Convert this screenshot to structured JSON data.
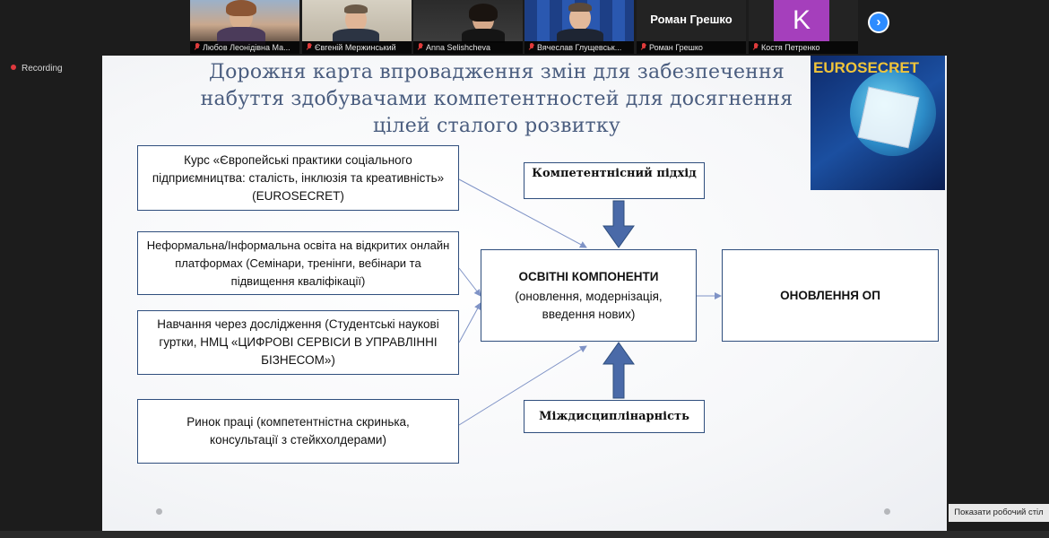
{
  "participants": [
    {
      "name": "Любов Леонідівна Ма...",
      "muted": true
    },
    {
      "name": "Євгеній Мержинський",
      "muted": true
    },
    {
      "name": "Anna Selishcheva",
      "muted": true
    },
    {
      "name": "Вячеслав Глущевськ...",
      "muted": true
    },
    {
      "name": "Роман Грешко",
      "display": "Роман Грешко",
      "muted": true
    },
    {
      "name": "Костя Петренко",
      "initial": "K",
      "avatar_color": "#a53fbc",
      "muted": true
    }
  ],
  "recording_label": "Recording",
  "slide": {
    "title_lines": [
      "Дорожня карта впровадження змін для забезпечення",
      "набуття здобувачами компетентностей для досягнення",
      "цілей сталого розвитку"
    ],
    "left_boxes": [
      {
        "text": "Курс «Європейські практики соціального підприємництва: сталість, інклюзія та креативність» (EUROSECRET)"
      },
      {
        "text": "Неформальна/Інформальна освіта на відкритих онлайн платформах (Семінари, тренінги, вебінари та підвищення кваліфікації)"
      },
      {
        "text": "Навчання через дослідження (Студентські наукові гуртки, НМЦ «ЦИФРОВІ СЕРВІСИ В УПРАВЛІННІ БІЗНЕСОМ»)"
      },
      {
        "text": "Ринок праці (компетентністна скринька, консультації з стейкхолдерами)"
      }
    ],
    "top_box": "Компетентнісний підхід",
    "bottom_box": "Міждисциплінарність",
    "center_box": {
      "title": "ОСВІТНІ КОМПОНЕНТИ",
      "subtitle": "(оновлення, модернізація, введення нових)"
    },
    "right_box": "ОНОВЛЕННЯ ОП",
    "logo_letters": "EUROSECRET",
    "colors": {
      "title": "#4a5d7f",
      "border": "#2f4e7d",
      "arrow": "#4a6aa8",
      "connector": "#7f93c6"
    }
  },
  "desktop_button": "Показати робочий стіл"
}
